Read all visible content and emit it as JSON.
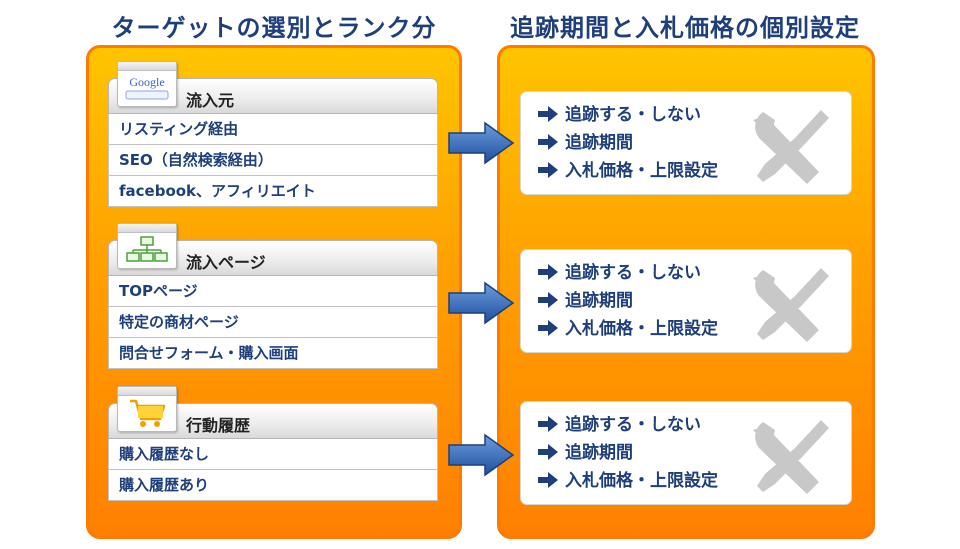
{
  "left_title": "ターゲットの選別とランク分",
  "right_title": "追跡期間と入札価格の個別設定",
  "groups": [
    {
      "title": "流入元",
      "icon": "google-search-icon",
      "rows": [
        "リスティング経由",
        "SEO（自然検索経由）",
        "facebook、アフィリエイト"
      ]
    },
    {
      "title": "流入ページ",
      "icon": "sitemap-icon",
      "rows": [
        "TOPページ",
        "特定の商材ページ",
        "問合せフォーム・購入画面"
      ]
    },
    {
      "title": "行動履歴",
      "icon": "shopping-cart-icon",
      "rows": [
        "購入履歴なし",
        "購入履歴あり"
      ]
    }
  ],
  "settings": [
    {
      "items": [
        "追跡する・しない",
        "追跡期間",
        "入札価格・上限設定"
      ],
      "icon": "wrench-screwdriver-icon"
    },
    {
      "items": [
        "追跡する・しない",
        "追跡期間",
        "入札価格・上限設定"
      ],
      "icon": "wrench-screwdriver-icon"
    },
    {
      "items": [
        "追跡する・しない",
        "追跡期間",
        "入札価格・上限設定"
      ],
      "icon": "wrench-screwdriver-icon"
    }
  ],
  "google_logo_text": "Google",
  "colors": {
    "accent_text": "#1f3f7a",
    "panel_top": "#ffc400",
    "panel_bottom": "#ff8000",
    "arrow_blue": "#2f63b5",
    "tools_gray": "#c8c8c8"
  }
}
